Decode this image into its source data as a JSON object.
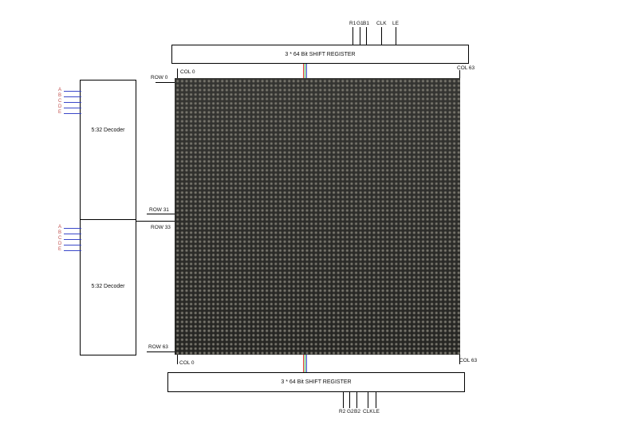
{
  "top_register": {
    "label": "3 * 64 Bit SHIFT REGISTER",
    "pins": [
      "R1",
      "G1",
      "B1",
      "CLK",
      "LE"
    ]
  },
  "bottom_register": {
    "label": "3 * 64 Bit SHIFT REGISTER",
    "pins": [
      "R2",
      "G2",
      "B2",
      "CLK",
      "LE"
    ]
  },
  "decoder_top": {
    "label": "5:32 Decoder",
    "inputs": [
      "A",
      "B",
      "C",
      "D",
      "E"
    ]
  },
  "decoder_bottom": {
    "label": "5:32 Decoder",
    "inputs": [
      "A",
      "B",
      "C",
      "D",
      "E"
    ]
  },
  "labels": {
    "row0": "ROW 0",
    "row31": "ROW 31",
    "row33": "ROW 33",
    "row63": "ROW 63",
    "col0_top": "COL 0",
    "col63_top": "COL 63",
    "col0_bottom": "COL 0",
    "col63_bottom": "COL 63"
  },
  "colors": {
    "address_line": "#3b48c9",
    "address_text": "#c0504d",
    "red": "#d9332b",
    "green": "#2f9e44",
    "blue": "#3b48c9"
  }
}
